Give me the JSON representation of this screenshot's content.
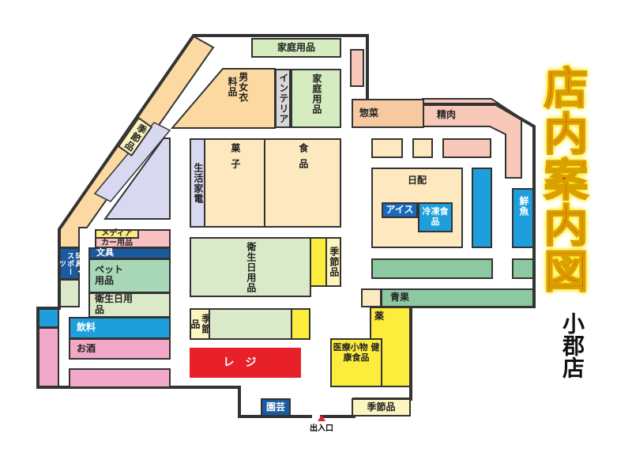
{
  "title": "店内案内図",
  "branch": "小郡店",
  "entrance": "出入口",
  "colors": {
    "wall": "#333333",
    "register": "#e8202a",
    "frozen": "#1e9fdc",
    "produce": "#8cc8a0",
    "title": "#e8202a"
  },
  "sections": {
    "household_goods": "家庭用品",
    "clothing": "男女衣料品",
    "interior": "インテリア",
    "home_goods": "家庭用品",
    "seasonal_diag": "季節品",
    "appliances": "生活家電",
    "snacks": "菓子",
    "food": "食品",
    "deli": "惣菜",
    "meat": "精肉",
    "daily": "日配",
    "ice": "アイス",
    "frozen": "冷凍食品",
    "fish": "鮮魚",
    "produce": "青果",
    "hygiene": "衛生日用品",
    "seasonal1": "季節品",
    "seasonal2": "季節品",
    "seasonal3": "季節品",
    "register": "レジ",
    "media": "メディア",
    "car": "カー用品",
    "stationery": "文具",
    "pet": "ペット用品",
    "hygiene2": "衛生日用品",
    "drinks": "飲料",
    "alcohol": "お酒",
    "toys": "玩具・スポーツ",
    "garden": "園芸",
    "medical": "医療小物 健康食品",
    "medicine": "薬"
  }
}
